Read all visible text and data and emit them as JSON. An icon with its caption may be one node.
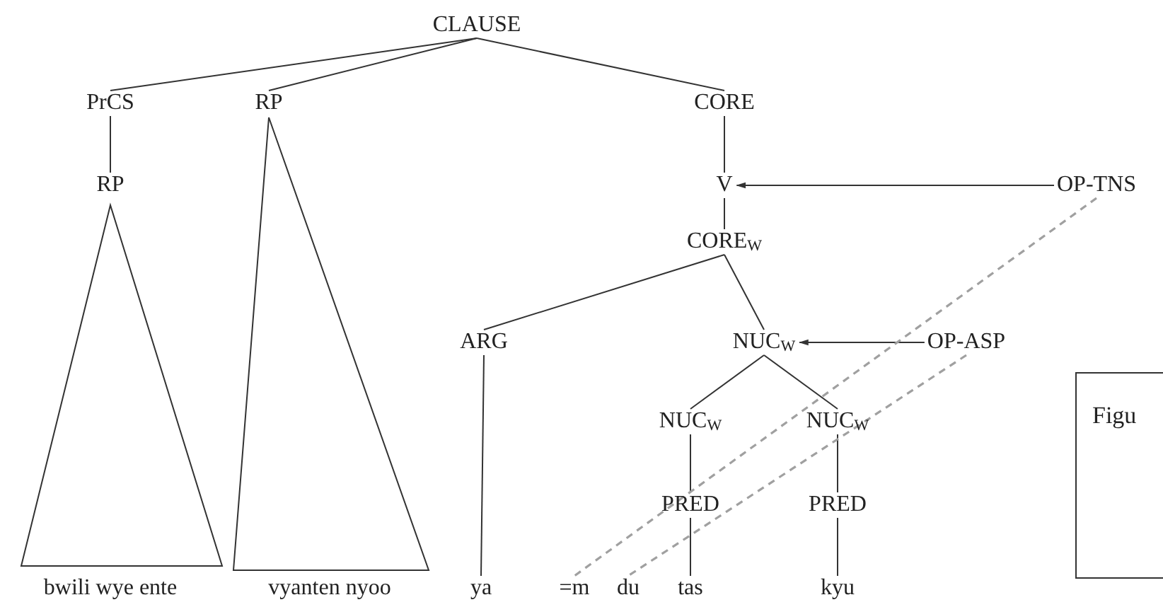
{
  "diagram": {
    "nodes": [
      {
        "text": [
          "CLAUSE"
        ]
      },
      {
        "text": [
          "PrCS"
        ]
      },
      {
        "text": [
          "RP"
        ]
      },
      {
        "text": [
          "CORE"
        ]
      },
      {
        "text": [
          "RP"
        ]
      },
      {
        "text": [
          "V"
        ]
      },
      {
        "text": [
          "OP-TNS"
        ]
      },
      {
        "text": [
          "CORE$_{W}$"
        ]
      },
      {
        "text": [
          "ARG"
        ]
      },
      {
        "text": [
          "NUC$_{W}$"
        ]
      },
      {
        "text": [
          "OP-ASP"
        ]
      },
      {
        "text": [
          "NUC$_{W}$"
        ]
      },
      {
        "text": [
          "NUC$_{W}$"
        ]
      },
      {
        "text": [
          "PRED"
        ]
      },
      {
        "text": [
          "PRED"
        ]
      },
      {
        "text": [],
        "shape": "triangle"
      },
      {
        "text": [],
        "shape": "triangle"
      },
      {
        "text": [
          "bwili wye ente"
        ]
      },
      {
        "text": [
          "vyanten nyoo"
        ]
      },
      {
        "text": [
          "ya"
        ]
      },
      {
        "text": [
          "=m"
        ]
      },
      {
        "text": [
          "du"
        ]
      },
      {
        "text": [
          "tas"
        ]
      },
      {
        "text": [
          "kyu"
        ]
      },
      {
        "text": [
          "Figu"
        ]
      }
    ],
    "edges": [
      {
        "from": 0,
        "to": 1,
        "arrow": "none"
      },
      {
        "from": 0,
        "to": 2,
        "arrow": "none"
      },
      {
        "from": 0,
        "to": 3,
        "arrow": "none"
      },
      {
        "from": 1,
        "to": 4,
        "arrow": "none"
      },
      {
        "from": 3,
        "to": 5,
        "arrow": "none"
      },
      {
        "from": 5,
        "to": 7,
        "arrow": "none"
      },
      {
        "from": 6,
        "to": 5,
        "arrow": "to"
      },
      {
        "from": 7,
        "to": 8,
        "arrow": "none"
      },
      {
        "from": 7,
        "to": 9,
        "arrow": "none"
      },
      {
        "from": 10,
        "to": 9,
        "arrow": "to"
      },
      {
        "from": 9,
        "to": 11,
        "arrow": "none"
      },
      {
        "from": 9,
        "to": 12,
        "arrow": "none"
      },
      {
        "from": 11,
        "to": 13,
        "arrow": "none"
      },
      {
        "from": 12,
        "to": 14,
        "arrow": "none"
      },
      {
        "from": 8,
        "to": 19,
        "arrow": "none"
      },
      {
        "from": 13,
        "to": 22,
        "arrow": "none"
      },
      {
        "from": 14,
        "to": 23,
        "arrow": "none"
      },
      {
        "from": 6,
        "to": 20,
        "arrow": "none",
        "style": "dashed",
        "color": "#a0a0a0"
      },
      {
        "from": 10,
        "to": 21,
        "arrow": "none",
        "style": "dashed",
        "color": "#a0a0a0"
      }
    ]
  }
}
